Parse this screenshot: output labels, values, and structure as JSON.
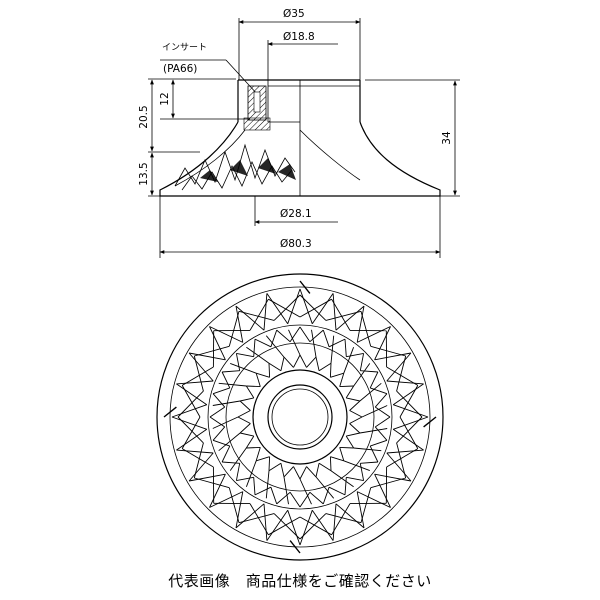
{
  "side_view": {
    "dia_35": "Ø35",
    "dia_18_8": "Ø18.8",
    "insert_label": "インサート",
    "insert_material": "(PA66)",
    "dim_20_5": "20.5",
    "dim_12": "12",
    "dim_13_5": "13.5",
    "dim_34": "34",
    "dia_28_1": "Ø28.1",
    "dia_80_3": "Ø80.3"
  },
  "caption": "代表画像　商品仕様をご確認ください"
}
